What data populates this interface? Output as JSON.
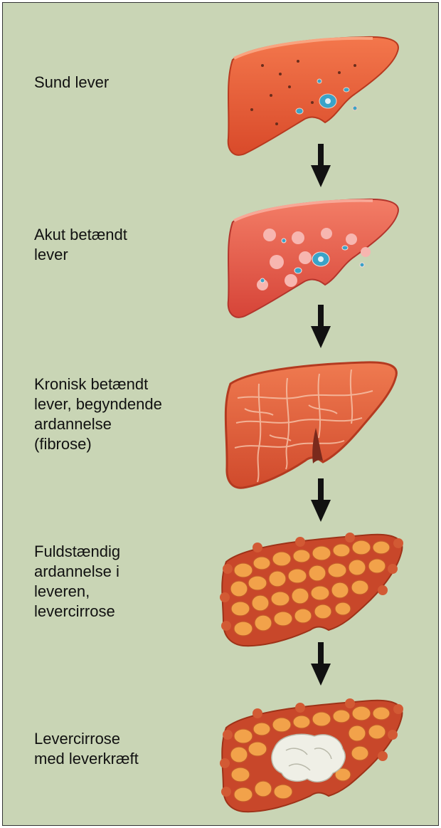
{
  "stages": [
    {
      "label_lines": [
        "Sund lever"
      ]
    },
    {
      "label_lines": [
        "Akut betændt",
        "lever"
      ]
    },
    {
      "label_lines": [
        "Kronisk betændt",
        "lever, begyndende",
        "ardannelse",
        "(fibrose)"
      ]
    },
    {
      "label_lines": [
        "Fuldstændig",
        "ardannelse i",
        "leveren,",
        "levercirrose"
      ]
    },
    {
      "label_lines": [
        "Levercirrose",
        "med leverkræft"
      ]
    }
  ],
  "colors": {
    "background": "#c9d5b5",
    "healthy": "#e8623c",
    "inflamed": "#e45a48",
    "fibrosis": "#e05a3a",
    "cirrhosis_nodules": "#f2a24a",
    "cirrhosis_septa": "#d0522a",
    "tumor": "#eeeee4",
    "arrow": "#111111"
  }
}
